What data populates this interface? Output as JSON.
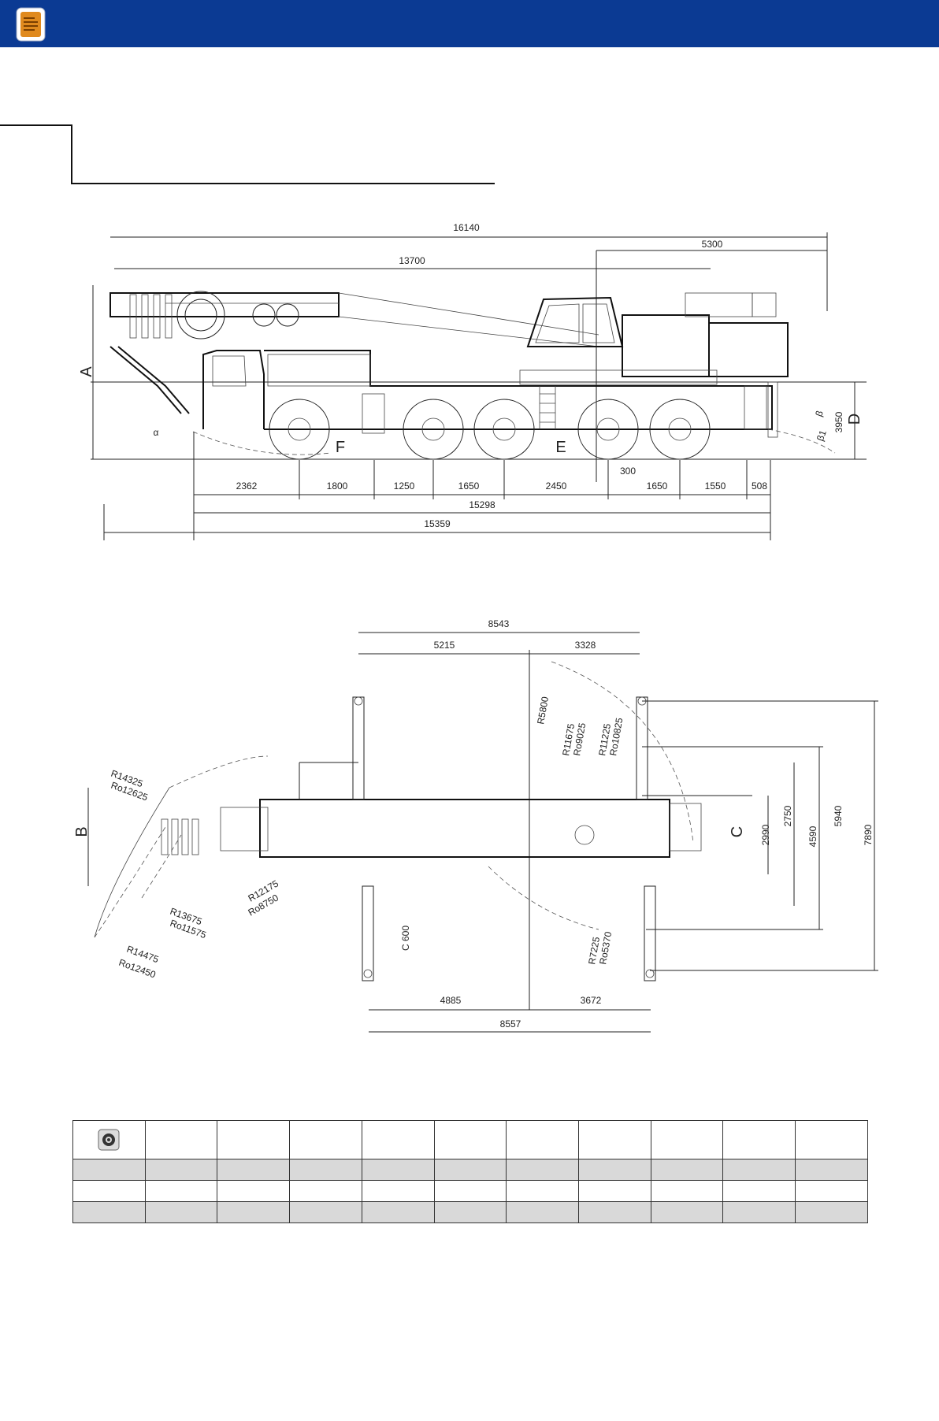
{
  "side_view": {
    "overall_length": "16140",
    "boom_length": "13700",
    "rear_overhang": "5300",
    "axle_dims": [
      "2362",
      "1800",
      "1250",
      "1650",
      "2450",
      "1650",
      "1550",
      "508"
    ],
    "rotation_offset": "300",
    "wheelbase_total": "15298",
    "chassis_total": "15359",
    "height_total": "3950",
    "labels": {
      "a": "A",
      "d": "D",
      "e": "E",
      "f": "F",
      "alpha": "α",
      "beta": "β",
      "beta1": "β1"
    }
  },
  "top_view": {
    "outrigger_total_top": "8543",
    "outrigger_left_top": "5215",
    "outrigger_right_top": "3328",
    "outrigger_left_bottom": "4885",
    "outrigger_right_bottom": "3672",
    "outrigger_total_bottom": "8557",
    "width_dims": [
      "2990",
      "2750",
      "4590",
      "5940",
      "7890"
    ],
    "c_600": "C 600",
    "radii": [
      {
        "r": "R14325",
        "ro": "Ro12625"
      },
      {
        "r": "R13675",
        "ro": "Ro11575"
      },
      {
        "r": "R12175",
        "ro": "Ro8750"
      },
      {
        "r": "R14475",
        "ro": "Ro12450"
      },
      {
        "r": "R5800",
        "ro": ""
      },
      {
        "r": "R11675",
        "ro": "Ro9025"
      },
      {
        "r": "R11225",
        "ro": "Ro10825"
      },
      {
        "r": "R7225",
        "ro": "Ro5370"
      }
    ],
    "labels": {
      "b": "B",
      "c": "C"
    }
  },
  "table": {
    "columns": 11,
    "rows": 3,
    "tyre_icon": "tyre-icon"
  },
  "colors": {
    "header_bar": "#0b3a93",
    "doc_icon": "#e08a1e",
    "row_shade": "#d9d9d9"
  }
}
